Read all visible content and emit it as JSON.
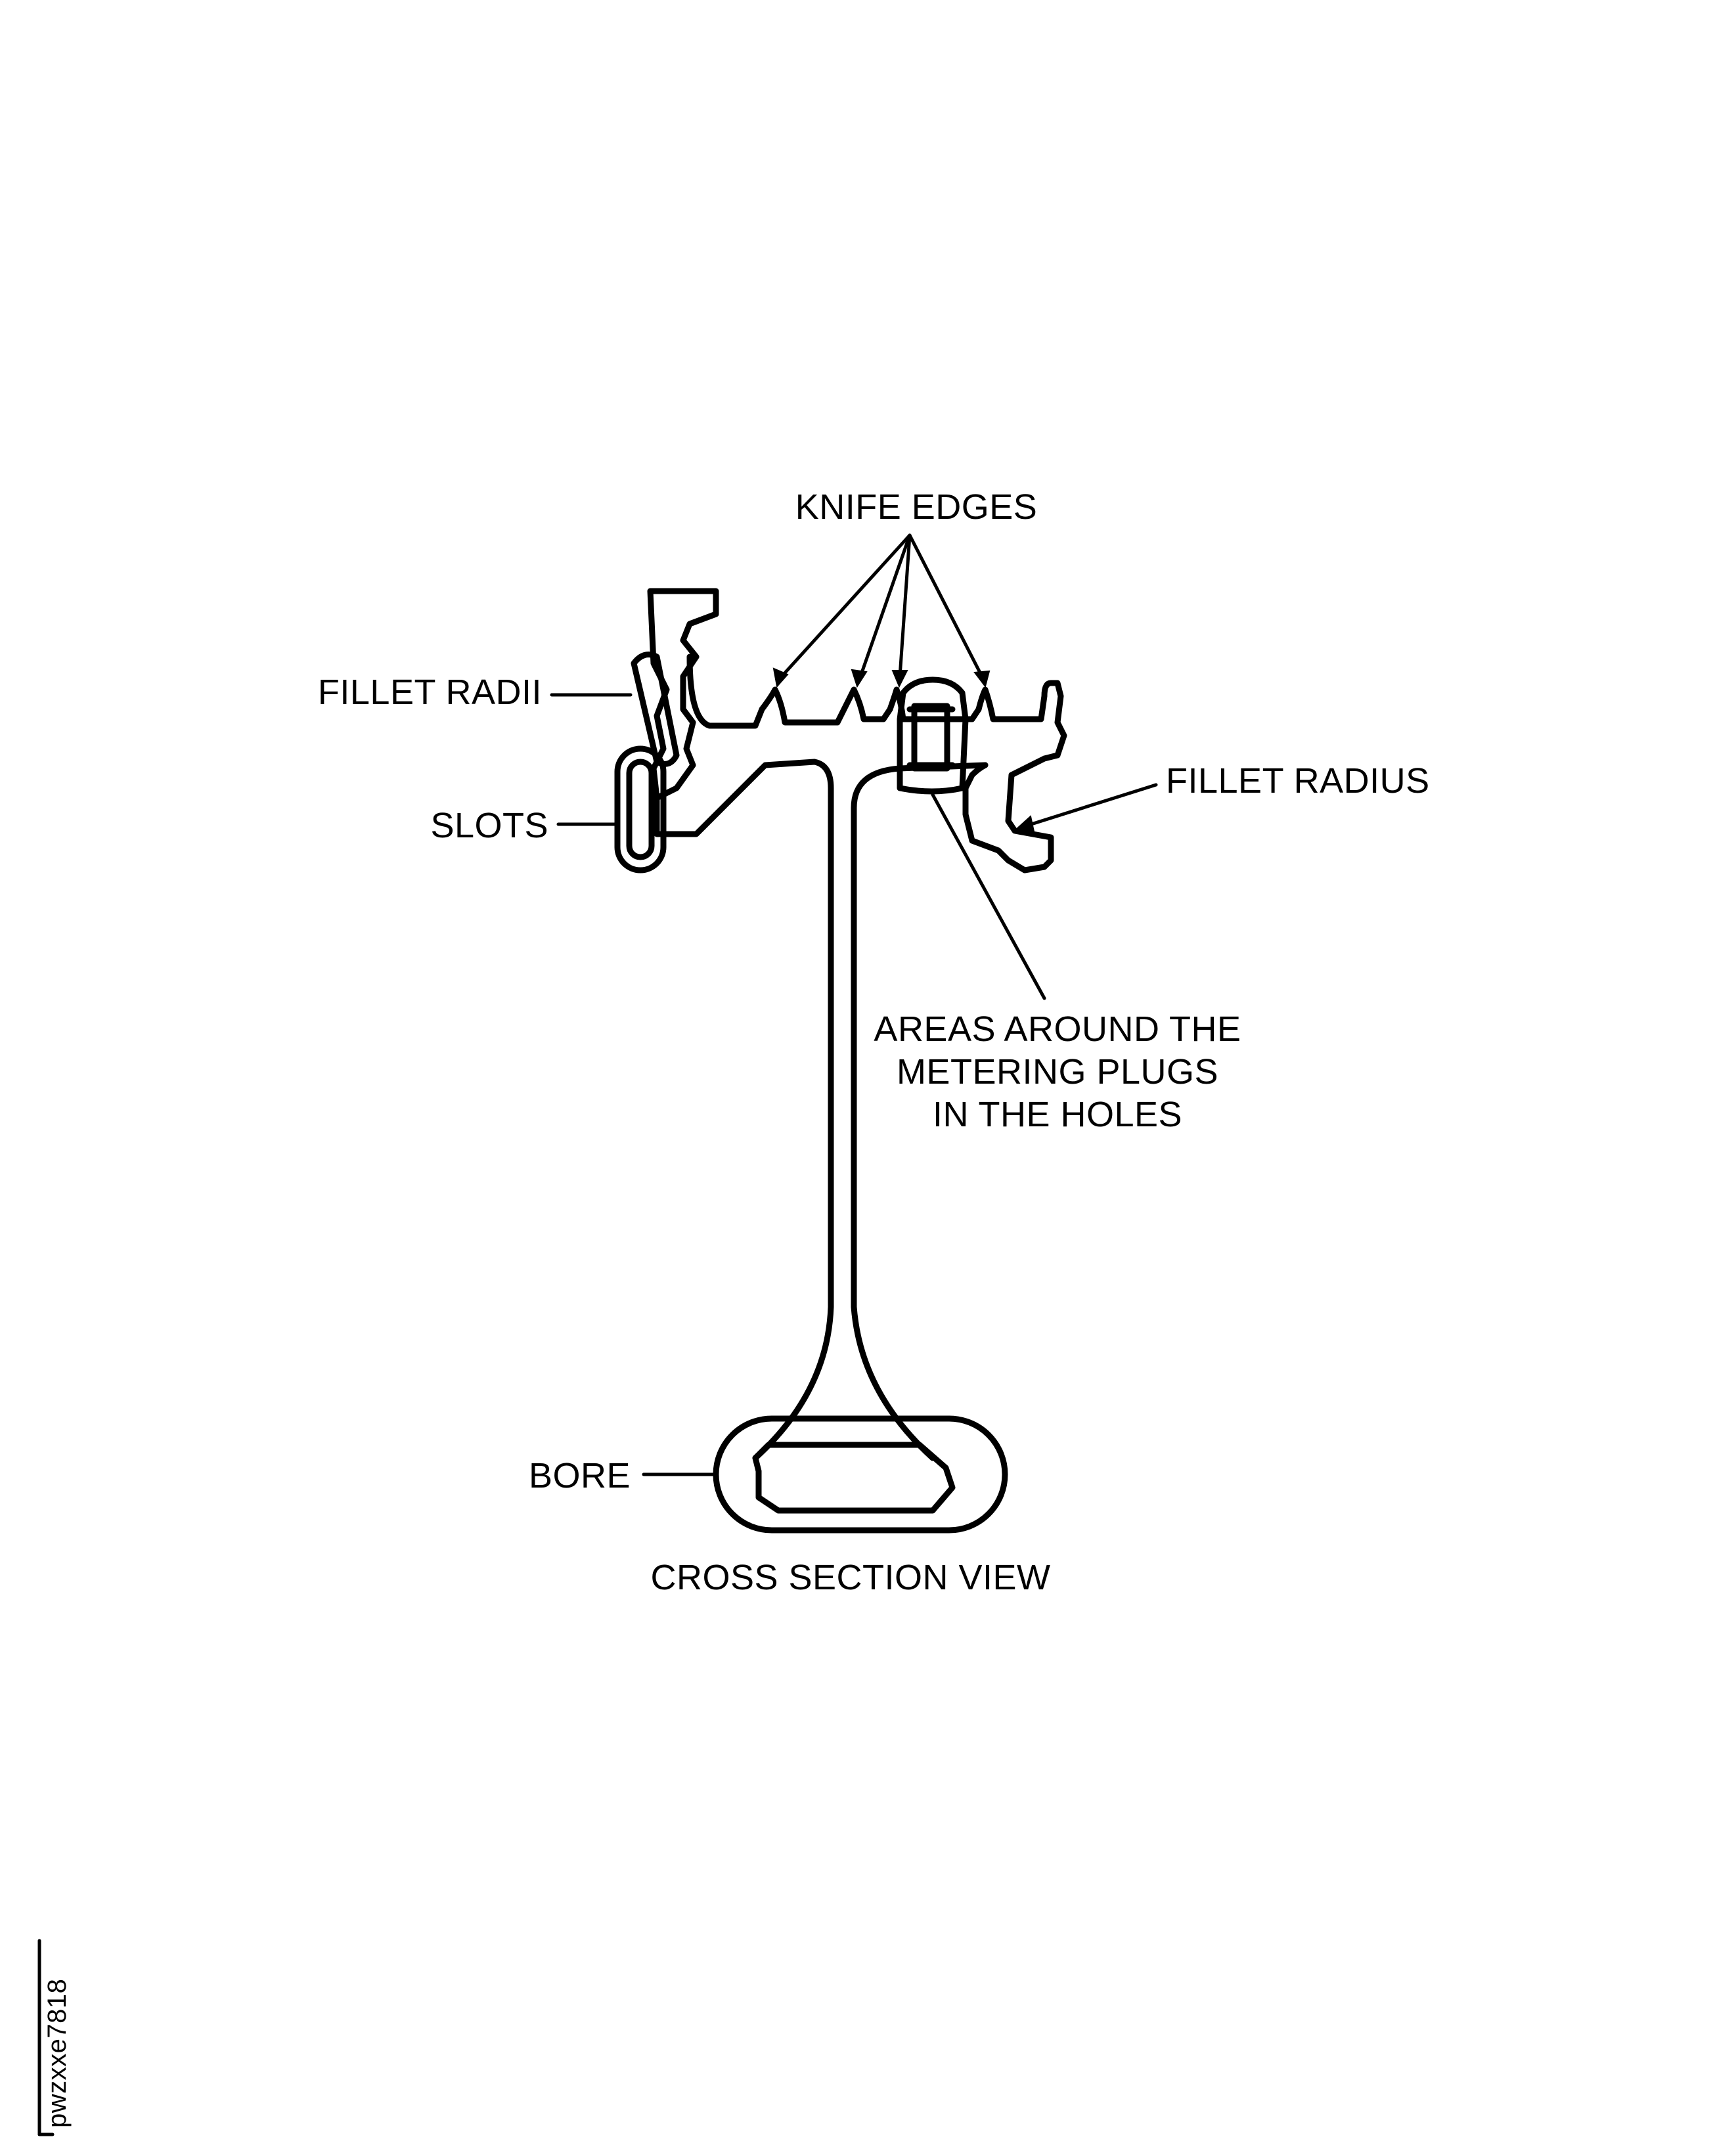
{
  "labels": {
    "knife_edges": "KNIFE EDGES",
    "fillet_radii": "FILLET RADII",
    "fillet_radius": "FILLET RADIUS",
    "slots": "SLOTS",
    "areas_line1": "AREAS AROUND THE",
    "areas_line2": "METERING PLUGS",
    "areas_line3": "IN THE HOLES",
    "bore": "BORE",
    "caption": "CROSS SECTION VIEW",
    "figure_id": "pwzxxe7818"
  }
}
